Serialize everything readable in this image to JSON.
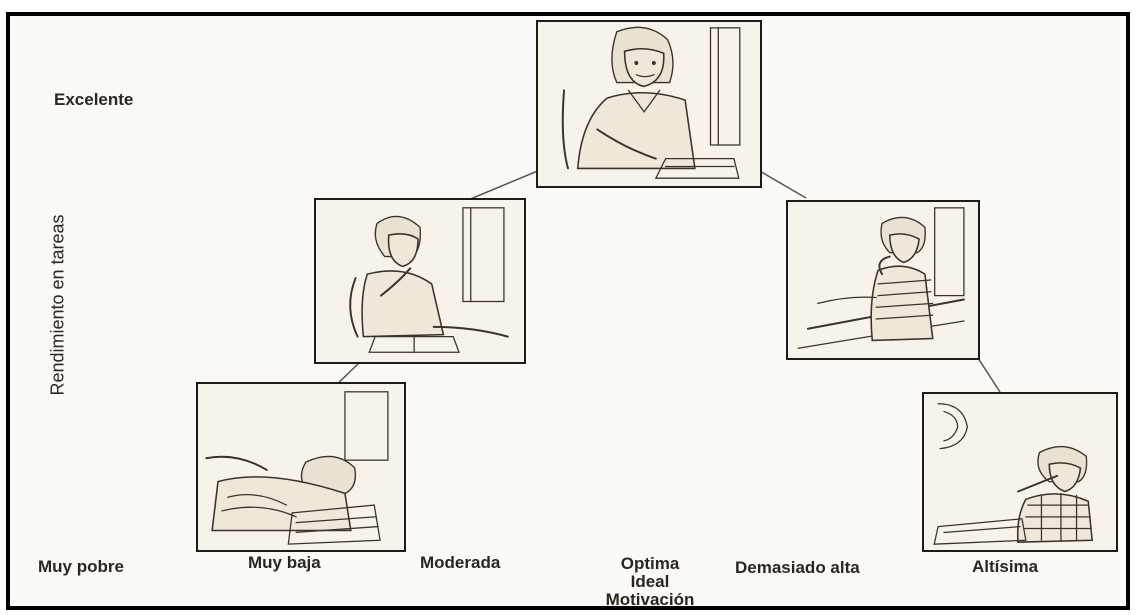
{
  "y_axis": {
    "title": "Rendimiento en tareas",
    "top_label": "Excelente",
    "bottom_label": "Muy pobre"
  },
  "x_axis": {
    "levels": [
      "Muy baja",
      "Moderada",
      "Optima",
      "Demasiado alta",
      "Altísima"
    ],
    "optima_extra": [
      "Ideal",
      "Motivación"
    ]
  },
  "panels": [
    {
      "name": "muy-baja",
      "figure": "student-asleep-on-desk"
    },
    {
      "name": "moderada",
      "figure": "student-leaning-on-hand"
    },
    {
      "name": "optima",
      "figure": "student-writing-calmly"
    },
    {
      "name": "demasiado-alta",
      "figure": "student-biting-nails"
    },
    {
      "name": "altisima",
      "figure": "student-biting-pen"
    }
  ],
  "colors": {
    "ink": "#3b332b",
    "paper": "#f7f3ea",
    "frame": "#000000"
  }
}
